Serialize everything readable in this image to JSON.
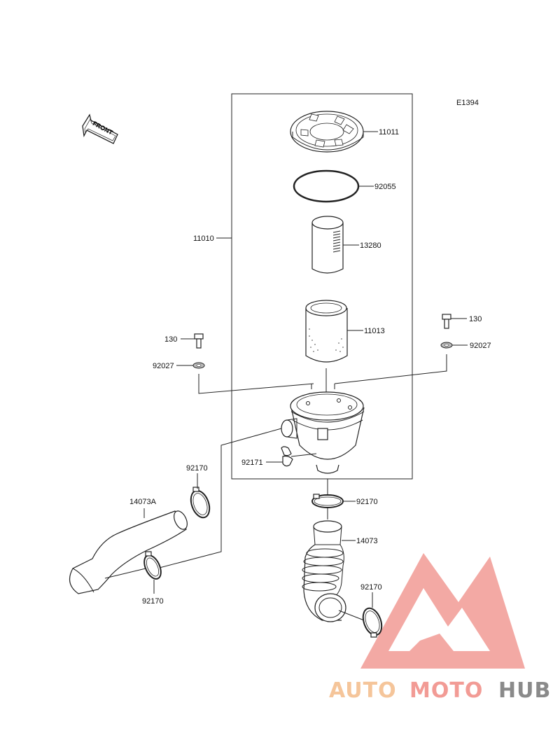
{
  "diagram_code": "E1394",
  "front_label": "FRONT",
  "labels": {
    "p11011": "11011",
    "p92055": "92055",
    "p13280": "13280",
    "p11010": "11010",
    "p11013": "11013",
    "p130_left": "130",
    "p92027_left": "92027",
    "p130_right": "130",
    "p92027_right": "92027",
    "p92171": "92171",
    "p92170_a": "92170",
    "p14073A": "14073A",
    "p92170_b": "92170",
    "p92170_c": "92170",
    "p14073": "14073",
    "p92170_d": "92170"
  },
  "watermark": {
    "part1": "AUTO",
    "part2": "MOTO",
    "part3": "HUB",
    "color1": "#f5c59a",
    "color2": "#f29b95",
    "color3": "#8a8a8a",
    "logo_color": "#f08a85"
  }
}
